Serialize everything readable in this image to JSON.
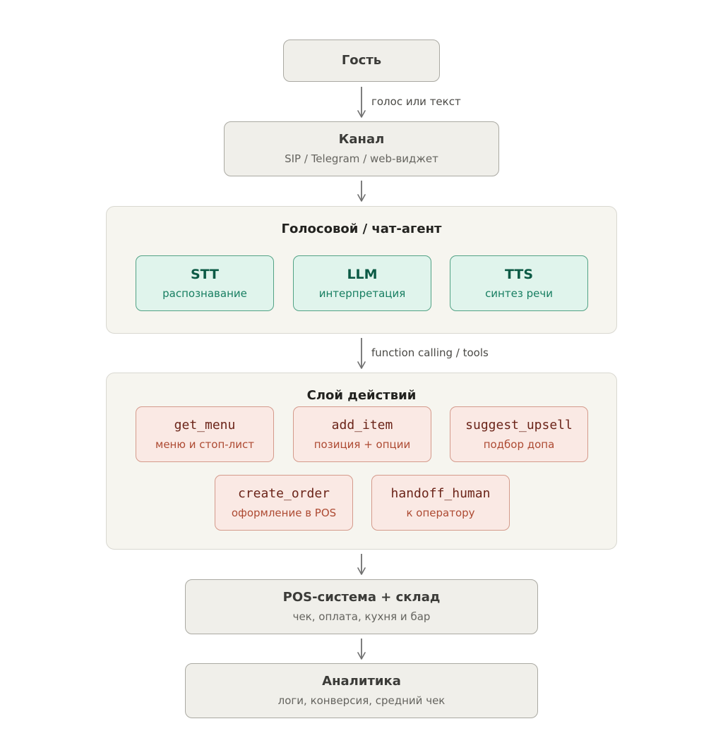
{
  "nodes": {
    "guest": {
      "title": "Гость"
    },
    "channel": {
      "title": "Канал",
      "subtitle": "SIP / Telegram / web-виджет"
    },
    "pos": {
      "title": "POS-система + склад",
      "subtitle": "чек, оплата, кухня и бар"
    },
    "analytics": {
      "title": "Аналитика",
      "subtitle": "логи, конверсия, средний чек"
    }
  },
  "agent_group": {
    "title": "Голосовой / чат-агент",
    "components": [
      {
        "title": "STT",
        "subtitle": "распознавание"
      },
      {
        "title": "LLM",
        "subtitle": "интерпретация"
      },
      {
        "title": "TTS",
        "subtitle": "синтез речи"
      }
    ]
  },
  "action_group": {
    "title": "Слой действий",
    "tools": [
      {
        "name": "get_menu",
        "subtitle": "меню и стоп-лист"
      },
      {
        "name": "add_item",
        "subtitle": "позиция + опции"
      },
      {
        "name": "suggest_upsell",
        "subtitle": "подбор допа"
      },
      {
        "name": "create_order",
        "subtitle": "оформление в POS"
      },
      {
        "name": "handoff_human",
        "subtitle": "к оператору"
      }
    ]
  },
  "edge_labels": {
    "guest_to_channel": "голос или текст",
    "agent_to_actions": "function calling / tools"
  }
}
